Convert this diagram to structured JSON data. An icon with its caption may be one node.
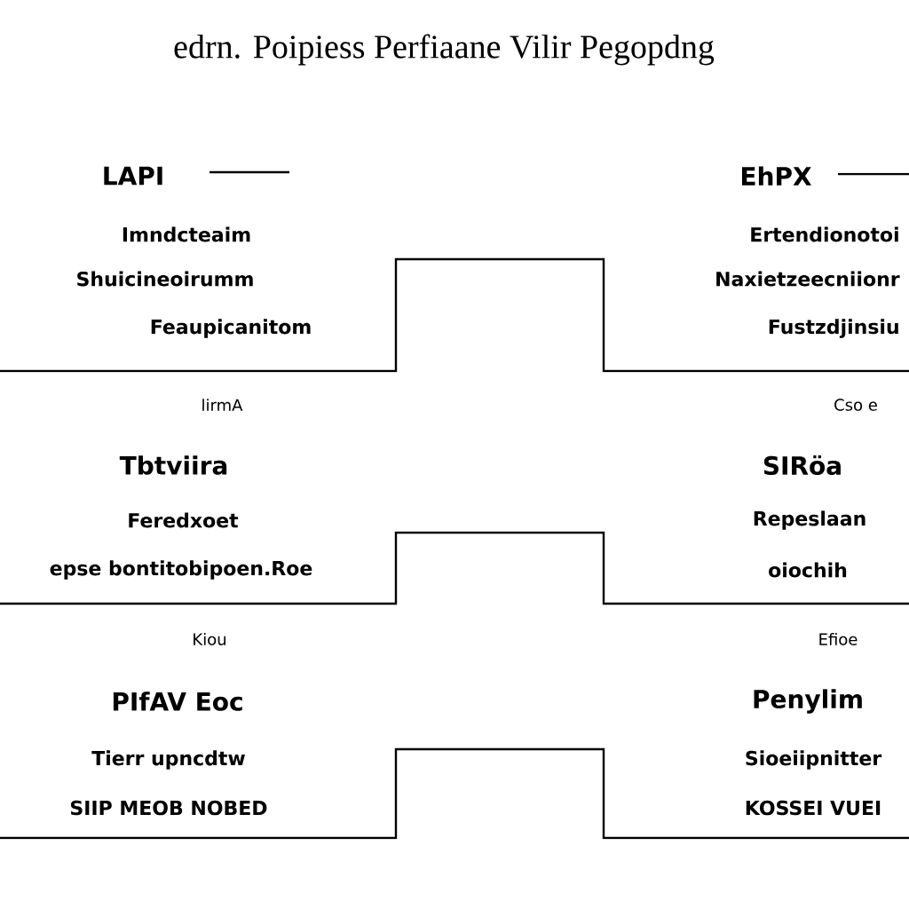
{
  "diagram": {
    "title": "edrn. Poipiess Perfiaane Vilir Pegopdng",
    "labels": [
      "LAPI",
      "Imndcteaim",
      "Shuicineoirumm",
      "Feaupicanitom",
      "EhPX",
      "Ertendionotoi",
      "Naxietzeecniionr",
      "Fustzdjinsiu",
      "lirmA",
      "Tbtviira",
      "Feredxoet",
      "epse bontitobipoen.Roe",
      "Cso e",
      "SIRöa",
      "Repeslaan",
      "oiochih",
      "Kiou",
      "PIfAV Eoc",
      "Tierr upncdtw",
      "SIIP MEOB NOBED",
      "Efioe",
      "Penylim",
      "Sioeiipnitter",
      "KOSSEI VUEI"
    ]
  }
}
